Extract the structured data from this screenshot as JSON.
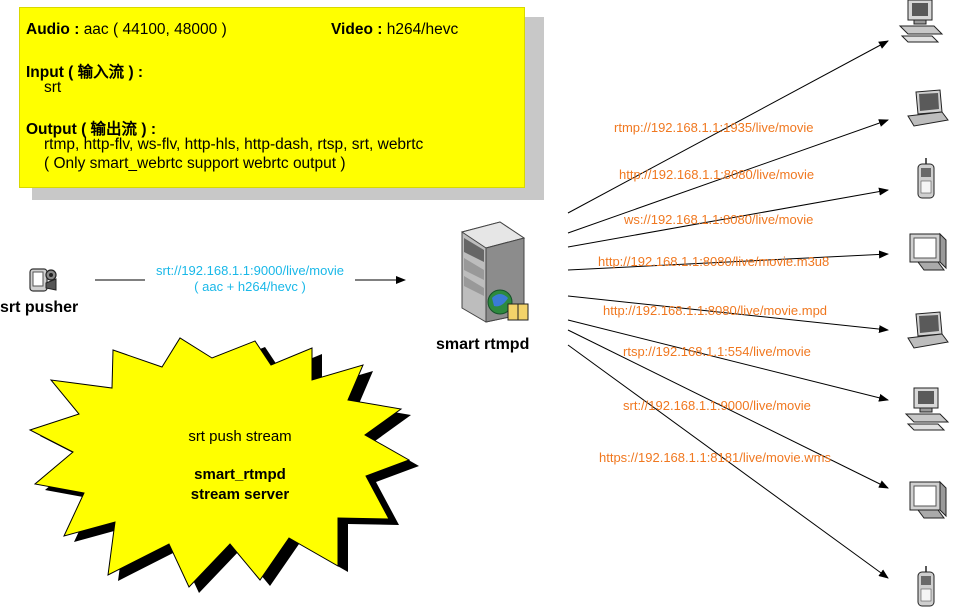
{
  "info": {
    "audio_label": "Audio :",
    "audio_value": "aac ( 44100, 48000 )",
    "video_label": "Video :",
    "video_value": "h264/hevc",
    "input_label": "Input ( 输入流 ) :",
    "input_value": "srt",
    "output_label": "Output ( 输出流 ) :",
    "output_value": "rtmp, http-flv, ws-flv, http-hls, http-dash, rtsp, srt, webrtc",
    "output_note": "( Only smart_webrtc support webrtc output )"
  },
  "pusher": {
    "label": "srt pusher",
    "url": "srt://192.168.1.1:9000/live/movie",
    "codec": "( aac + h264/hevc )"
  },
  "server": {
    "label": "smart rtmpd"
  },
  "burst": {
    "line1": "srt push stream",
    "line2": "smart_rtmpd",
    "line3": "stream server"
  },
  "outputs": [
    {
      "url": "rtmp://192.168.1.1:1935/live/movie",
      "device": "desktop-computer-icon"
    },
    {
      "url": "http://192.168.1.1:8080/live/movie",
      "device": "laptop-icon"
    },
    {
      "url": "ws://192.168.1.1:8080/live/movie",
      "device": "mobile-phone-icon"
    },
    {
      "url": "http://192.168.1.1:8080/live/movie.m3u8",
      "device": "monitor-icon"
    },
    {
      "url": "http://192.168.1.1:8080/live/movie.mpd",
      "device": "laptop-icon"
    },
    {
      "url": "rtsp://192.168.1.1:554/live/movie",
      "device": "desktop-computer-icon"
    },
    {
      "url": "srt://192.168.1.1:9000/live/movie",
      "device": "monitor-icon"
    },
    {
      "url": "https://192.168.1.1:8181/live/movie.wms",
      "device": "mobile-phone-icon"
    }
  ],
  "colors": {
    "url_orange": "#f07820",
    "url_cyan": "#1ab8e8",
    "burst_yellow": "#ffff00",
    "info_yellow": "#ffff00"
  }
}
